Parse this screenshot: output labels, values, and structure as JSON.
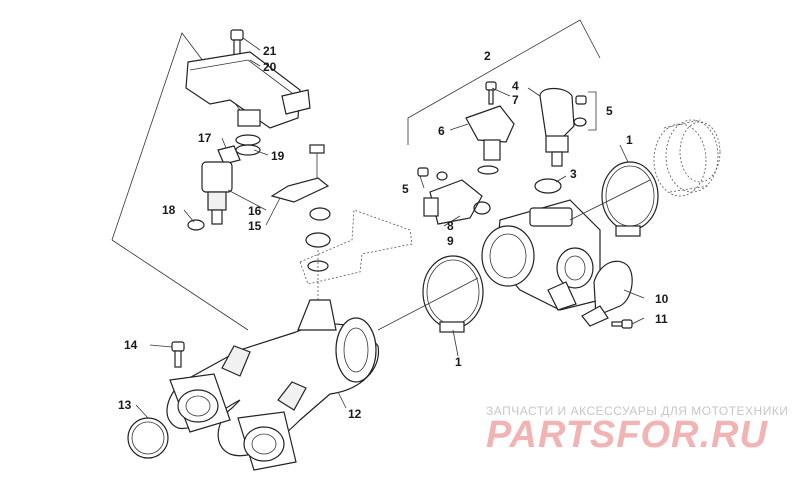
{
  "diagram": {
    "callouts": [
      "1",
      "1",
      "2",
      "3",
      "4",
      "5",
      "5",
      "6",
      "7",
      "8",
      "9",
      "10",
      "11",
      "12",
      "13",
      "14",
      "15",
      "16",
      "17",
      "18",
      "19",
      "20",
      "21"
    ]
  },
  "watermark": {
    "caption": "ЗАПЧАСТИ И АКСЕССУАРЫ ДЛЯ МОТОТЕХНИКИ",
    "logo": "PARTSFOR.RU"
  },
  "colors": {
    "line": "#222222",
    "watermark_red": "#f2b3b3",
    "watermark_grey": "#c7c7c7"
  }
}
